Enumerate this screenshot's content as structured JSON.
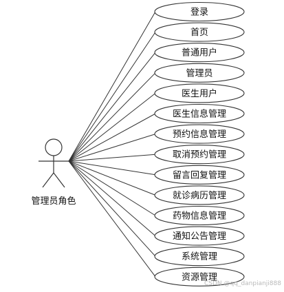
{
  "actor": {
    "label": "管理员角色"
  },
  "use_cases": [
    "登录",
    "首页",
    "普通用户",
    "管理员",
    "医生用户",
    "医生信息管理",
    "预约信息管理",
    "取消预约管理",
    "留言回复管理",
    "就诊病历管理",
    "药物信息管理",
    "通知公告管理",
    "系统管理",
    "资源管理"
  ],
  "watermark": "CSDN @qq_danpianji888",
  "colors": {
    "stroke": "#333333",
    "ellipse_fill": "#ffffff",
    "text": "#111111"
  }
}
